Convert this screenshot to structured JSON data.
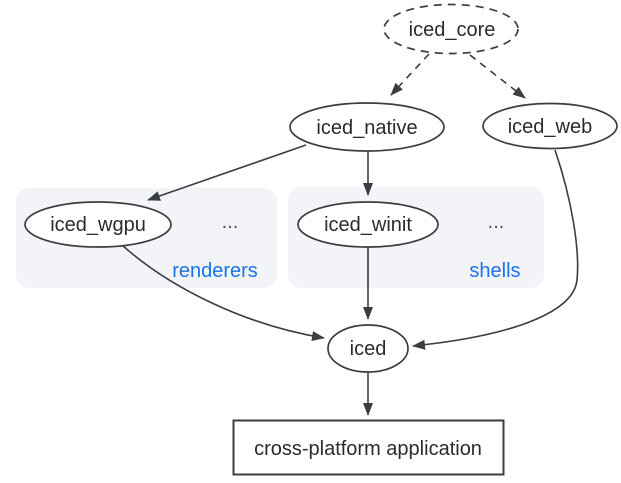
{
  "diagram": {
    "type": "dependency-graph",
    "background": "#ffffff",
    "colors": {
      "stroke": "#3a3e43",
      "text": "#282c30",
      "node_fill": "#ffffff",
      "group_fill": "#f2f4f8",
      "group_label": "#1a73e8",
      "ellipsis": "#53575b"
    },
    "nodes": {
      "iced_core": {
        "label": "iced_core",
        "shape": "dashed-ellipse"
      },
      "iced_native": {
        "label": "iced_native",
        "shape": "ellipse"
      },
      "iced_web": {
        "label": "iced_web",
        "shape": "ellipse"
      },
      "iced_wgpu": {
        "label": "iced_wgpu",
        "shape": "ellipse"
      },
      "iced_winit": {
        "label": "iced_winit",
        "shape": "ellipse"
      },
      "iced": {
        "label": "iced",
        "shape": "ellipse"
      },
      "application": {
        "label": "cross-platform application",
        "shape": "rect"
      }
    },
    "groups": {
      "renderers": {
        "label": "renderers",
        "ellipsis": "..."
      },
      "shells": {
        "label": "shells",
        "ellipsis": "..."
      }
    },
    "edges": [
      {
        "from": "iced_core",
        "to": "iced_native",
        "style": "dashed"
      },
      {
        "from": "iced_core",
        "to": "iced_web",
        "style": "dashed"
      },
      {
        "from": "iced_native",
        "to": "iced_wgpu",
        "style": "solid"
      },
      {
        "from": "iced_native",
        "to": "iced_winit",
        "style": "solid"
      },
      {
        "from": "iced_wgpu",
        "to": "iced",
        "style": "solid"
      },
      {
        "from": "iced_winit",
        "to": "iced",
        "style": "solid"
      },
      {
        "from": "iced_web",
        "to": "iced",
        "style": "solid"
      },
      {
        "from": "iced",
        "to": "application",
        "style": "solid"
      }
    ]
  }
}
